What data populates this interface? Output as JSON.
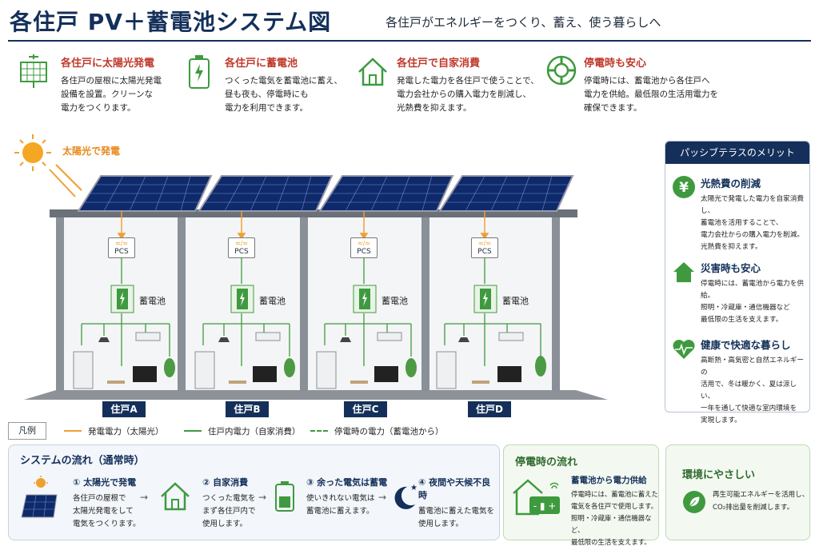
{
  "header": {
    "title": "各住戸 PV＋蓄電池システム図",
    "subtitle": "各住戸がエネルギーをつくり、蓄え、使う暮らしへ"
  },
  "features": [
    {
      "title": "各住戸に太陽光発電",
      "lines": [
        "各住戸の屋根に太陽光発電",
        "設備を設置。クリーンな",
        "電力をつくります。"
      ],
      "icon": "solar-panel-icon"
    },
    {
      "title": "各住戸に蓄電池",
      "lines": [
        "つくった電気を蓄電池に蓄え、",
        "昼も夜も、停電時にも",
        "電力を利用できます。"
      ],
      "icon": "battery-icon"
    },
    {
      "title": "各住戸で自家消費",
      "lines": [
        "発電した電力を各住戸で使うことで、",
        "電力会社からの購入電力を削減し、",
        "光熱費を抑えます。"
      ],
      "icon": "house-icon"
    },
    {
      "title": "停電時も安心",
      "lines": [
        "停電時には、蓄電池から各住戸へ",
        "電力を供給。最低限の生活用電力を",
        "確保できます。"
      ],
      "icon": "lifebuoy-icon"
    }
  ],
  "diagram": {
    "sun_label": "太陽光で発電",
    "pcs_label": "PCS",
    "battery_label": "蓄電池",
    "units": [
      "住戸A",
      "住戸B",
      "住戸C",
      "住戸D"
    ]
  },
  "sidebar": {
    "title": "パッシブテラスのメリット",
    "items": [
      {
        "title": "光熱費の削減",
        "lines": [
          "太陽光で発電した電力を自家消費し、",
          "蓄電池を活用することで、",
          "電力会社からの購入電力を削減。",
          "光熱費を抑えます。"
        ],
        "icon": "yen-icon"
      },
      {
        "title": "災害時も安心",
        "lines": [
          "停電時には、蓄電池から電力を供給。",
          "照明・冷蔵庫・通信機器など",
          "最低限の生活を支えます。"
        ],
        "icon": "house-icon"
      },
      {
        "title": "健康で快適な暮らし",
        "lines": [
          "高断熱・高気密と自然エネルギーの",
          "活用で、冬は暖かく、夏は涼しい、",
          "一年を通して快適な室内環境を",
          "実現します。"
        ],
        "icon": "heart-pulse-icon"
      }
    ]
  },
  "legend": {
    "title": "凡例",
    "items": [
      "発電電力（太陽光）",
      "住戸内電力（自家消費）",
      "停電時の電力（蓄電池から）"
    ],
    "colors": [
      "#f0a030",
      "#3f9a3f",
      "#3f9a3f"
    ]
  },
  "flow": {
    "title": "システムの流れ（通常時）",
    "steps": [
      {
        "title": "① 太陽光で発電",
        "lines": [
          "各住戸の屋根で",
          "太陽光発電をして",
          "電気をつくります。"
        ]
      },
      {
        "title": "② 自家消費",
        "lines": [
          "つくった電気を",
          "まず各住戸内で",
          "使用します。"
        ]
      },
      {
        "title": "③ 余った電気は蓄電",
        "lines": [
          "使いきれない電気は",
          "蓄電池に蓄えます。"
        ]
      },
      {
        "title": "④ 夜間や天候不良時",
        "lines": [
          "蓄電池に蓄えた電気を",
          "使用します。"
        ]
      }
    ]
  },
  "outage": {
    "title": "停電時の流れ",
    "subtitle": "蓄電池から電力供給",
    "lines": [
      "停電時には、蓄電池に蓄えた",
      "電気を各住戸で使用します。",
      "照明・冷蔵庫・通信機器など、",
      "最低限の生活を支えます。"
    ]
  },
  "environment": {
    "title": "環境にやさしい",
    "lines": [
      "再生可能エネルギーを活用し、",
      "CO₂排出量を削減します。"
    ]
  },
  "colors": {
    "navy": "#14305a",
    "red": "#c0392b",
    "green": "#3f9a3f",
    "orange": "#f0a030"
  }
}
